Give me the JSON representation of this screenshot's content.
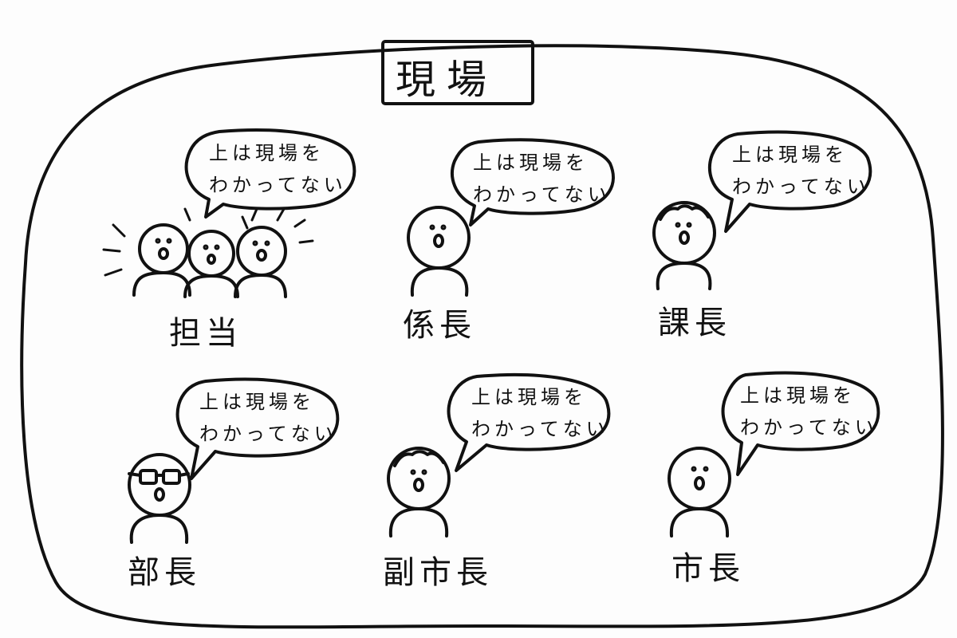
{
  "title": "現場",
  "groups": [
    {
      "role": "担当",
      "speech_line1": "上は現場を",
      "speech_line2": "わかってない"
    },
    {
      "role": "係長",
      "speech_line1": "上は現場を",
      "speech_line2": "わかってない"
    },
    {
      "role": "課長",
      "speech_line1": "上は現場を",
      "speech_line2": "わかってない"
    },
    {
      "role": "部長",
      "speech_line1": "上は現場を",
      "speech_line2": "わかってない"
    },
    {
      "role": "副市長",
      "speech_line1": "上は現場を",
      "speech_line2": "わかってない"
    },
    {
      "role": "市長",
      "speech_line1": "上は現場を",
      "speech_line2": "わかってない"
    }
  ]
}
